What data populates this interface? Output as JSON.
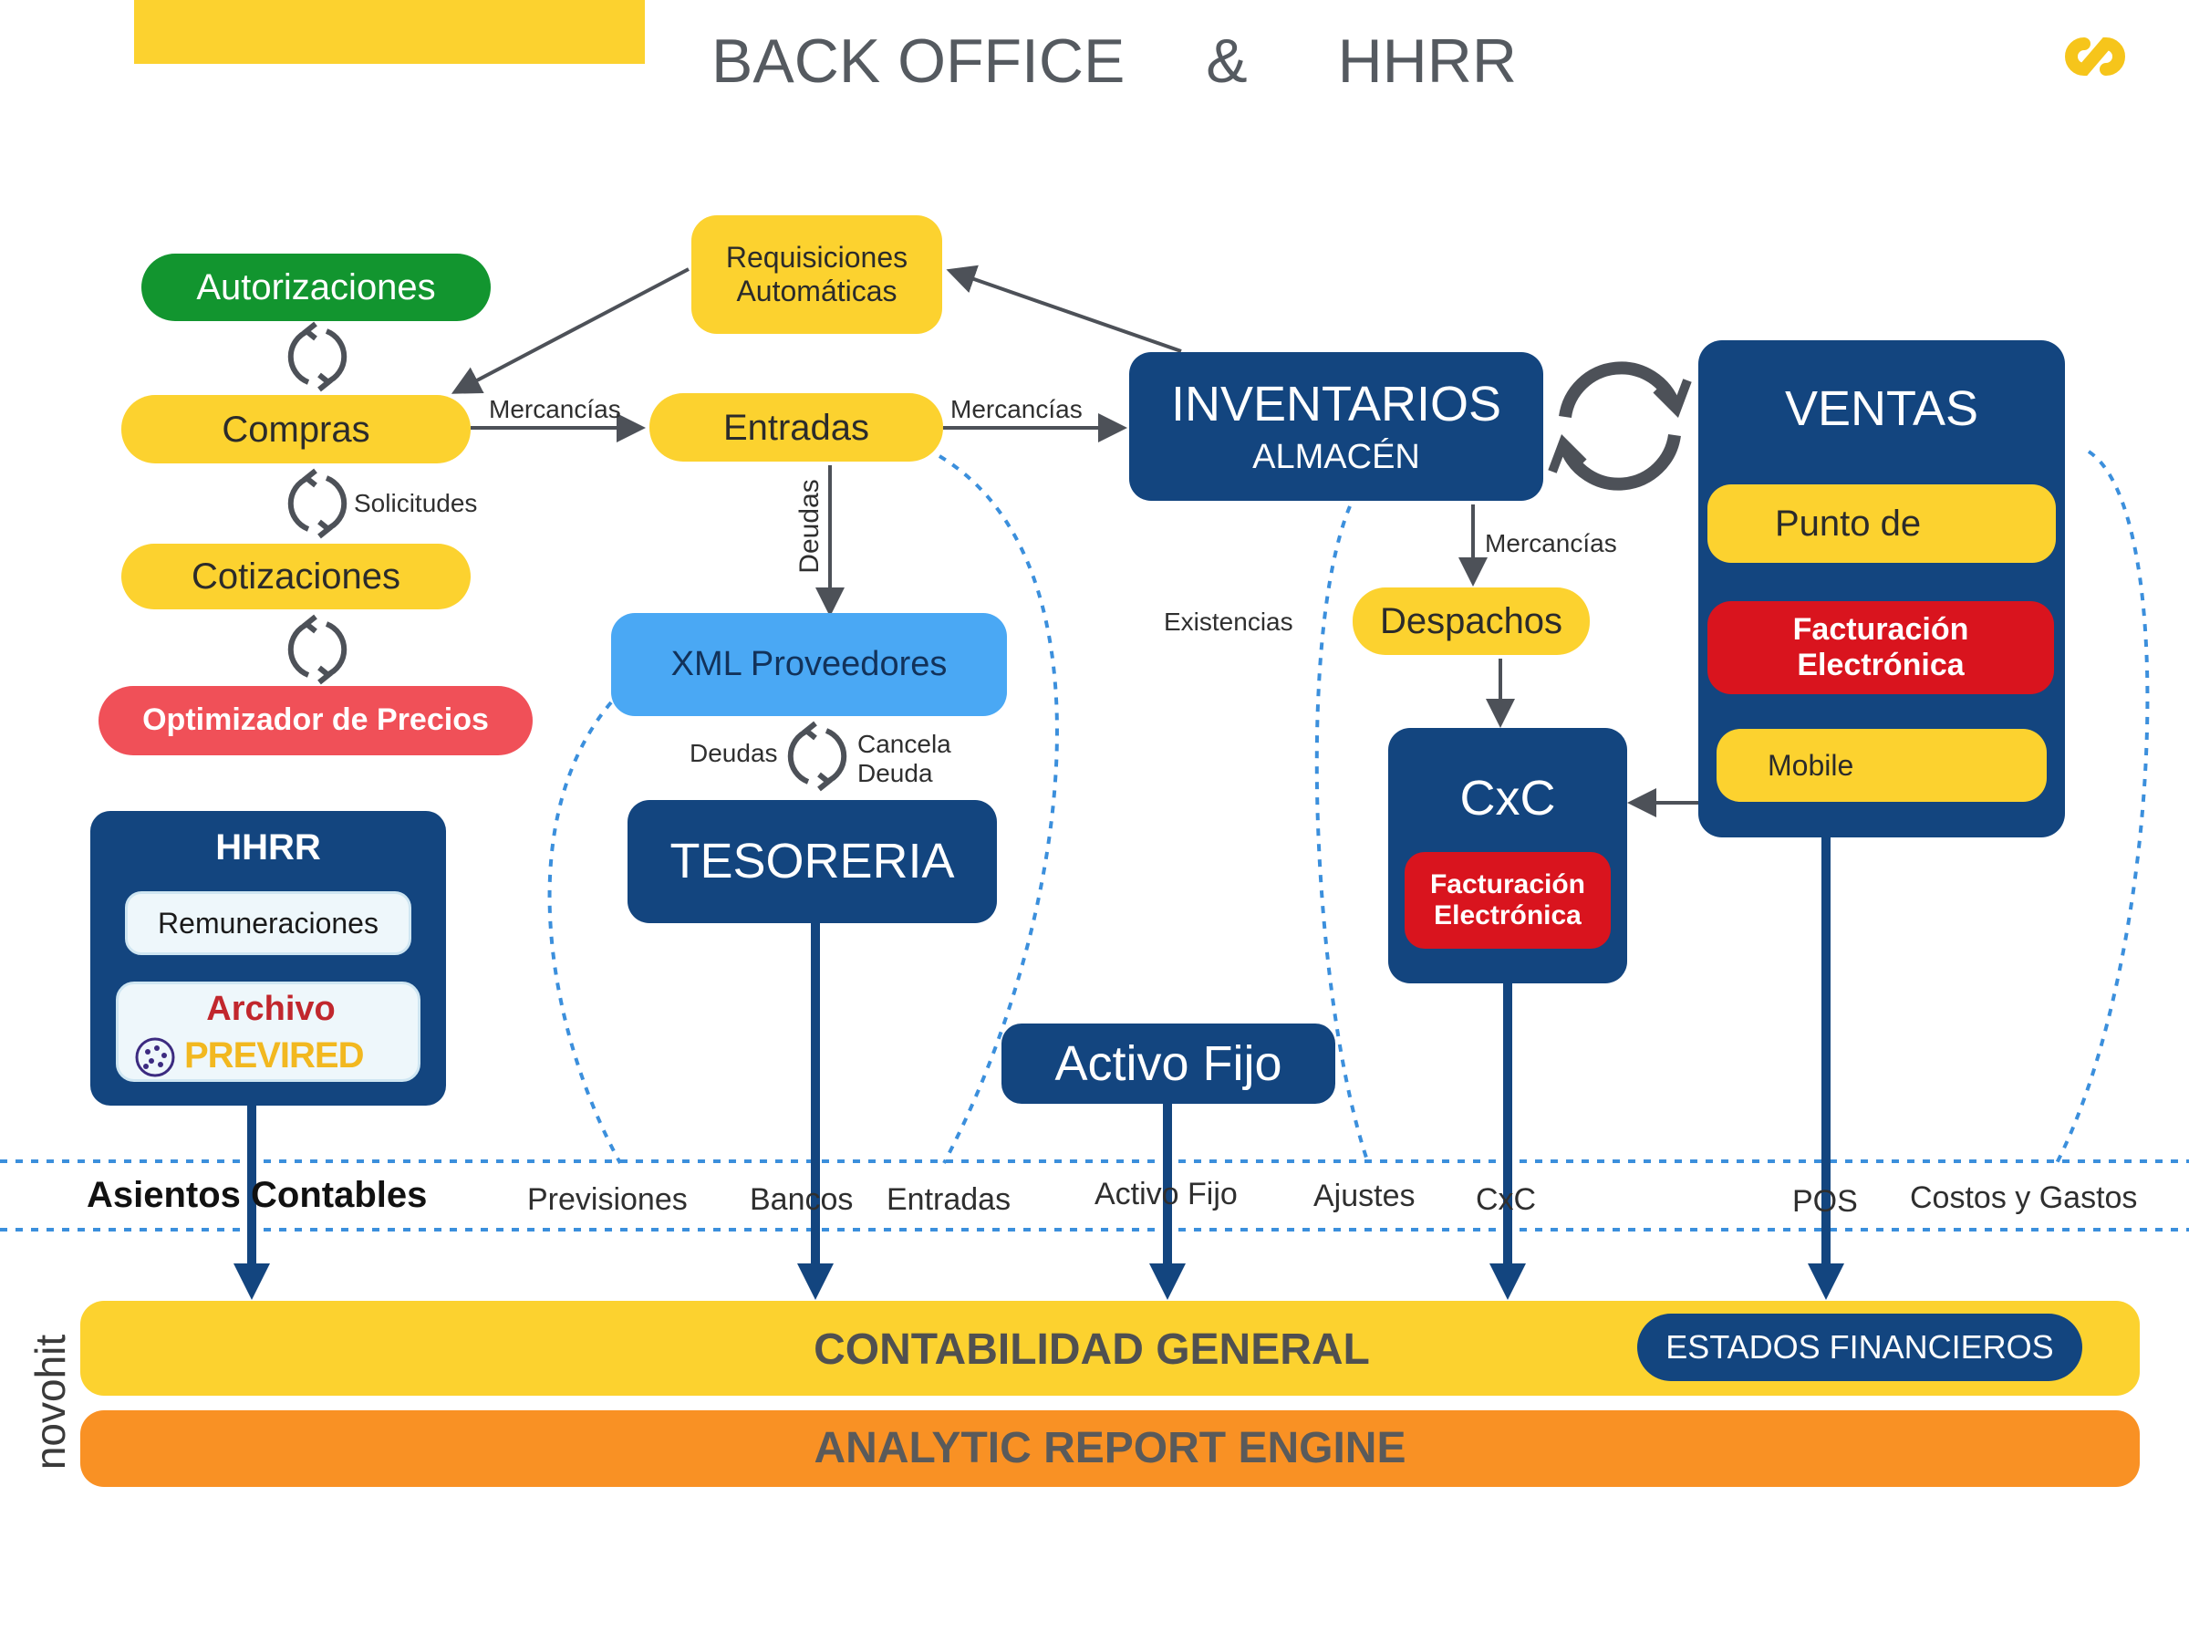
{
  "header": {
    "title_left": "BACK OFFICE",
    "title_amp": "&",
    "title_right": "HHRR",
    "accent_color": "#fcd22f"
  },
  "nodes": {
    "autorizaciones": "Autorizaciones",
    "requisiciones_line1": "Requisiciones",
    "requisiciones_line2": "Automáticas",
    "compras": "Compras",
    "entradas": "Entradas",
    "cotizaciones": "Cotizaciones",
    "optimizador": "Optimizador de Precios",
    "xml_proveedores": "XML Proveedores",
    "tesoreria": "TESORERIA",
    "inventarios": "INVENTARIOS",
    "almacen": "ALMACÉN",
    "despachos": "Despachos",
    "ventas": "VENTAS",
    "punto_de": "Punto de",
    "facturacion_line1": "Facturación",
    "facturacion_line2": "Electrónica",
    "mobile": "Mobile",
    "cxc": "CxC",
    "activo_fijo": "Activo Fijo",
    "hhrr": "HHRR",
    "remuneraciones": "Remuneraciones",
    "archivo": "Archivo",
    "previred": "PREVIRED"
  },
  "flow_labels": {
    "mercancias": "Mercancías",
    "solicitudes": "Solicitudes",
    "deudas": "Deudas",
    "cancela": "Cancela",
    "deuda": "Deuda",
    "existencias": "Existencias"
  },
  "band": {
    "asientos": "Asientos Contables",
    "previsiones": "Previsiones",
    "bancos": "Bancos",
    "entradas": "Entradas",
    "activo_fijo": "Activo Fijo",
    "ajustes": "Ajustes",
    "cxc": "CxC",
    "pos": "POS",
    "costos": "Costos y Gastos"
  },
  "footer": {
    "contabilidad": "CONTABILIDAD GENERAL",
    "estados": "ESTADOS FINANCIEROS",
    "analytic": "ANALYTIC REPORT ENGINE",
    "brand": "novohit"
  },
  "colors": {
    "yellow": "#fcd22f",
    "navy": "#13457f",
    "green": "#12952f",
    "coral": "#f05058",
    "red": "#d9141e",
    "light_blue": "#4aa8f4",
    "orange": "#f99124",
    "dotted": "#3b8fdc"
  }
}
